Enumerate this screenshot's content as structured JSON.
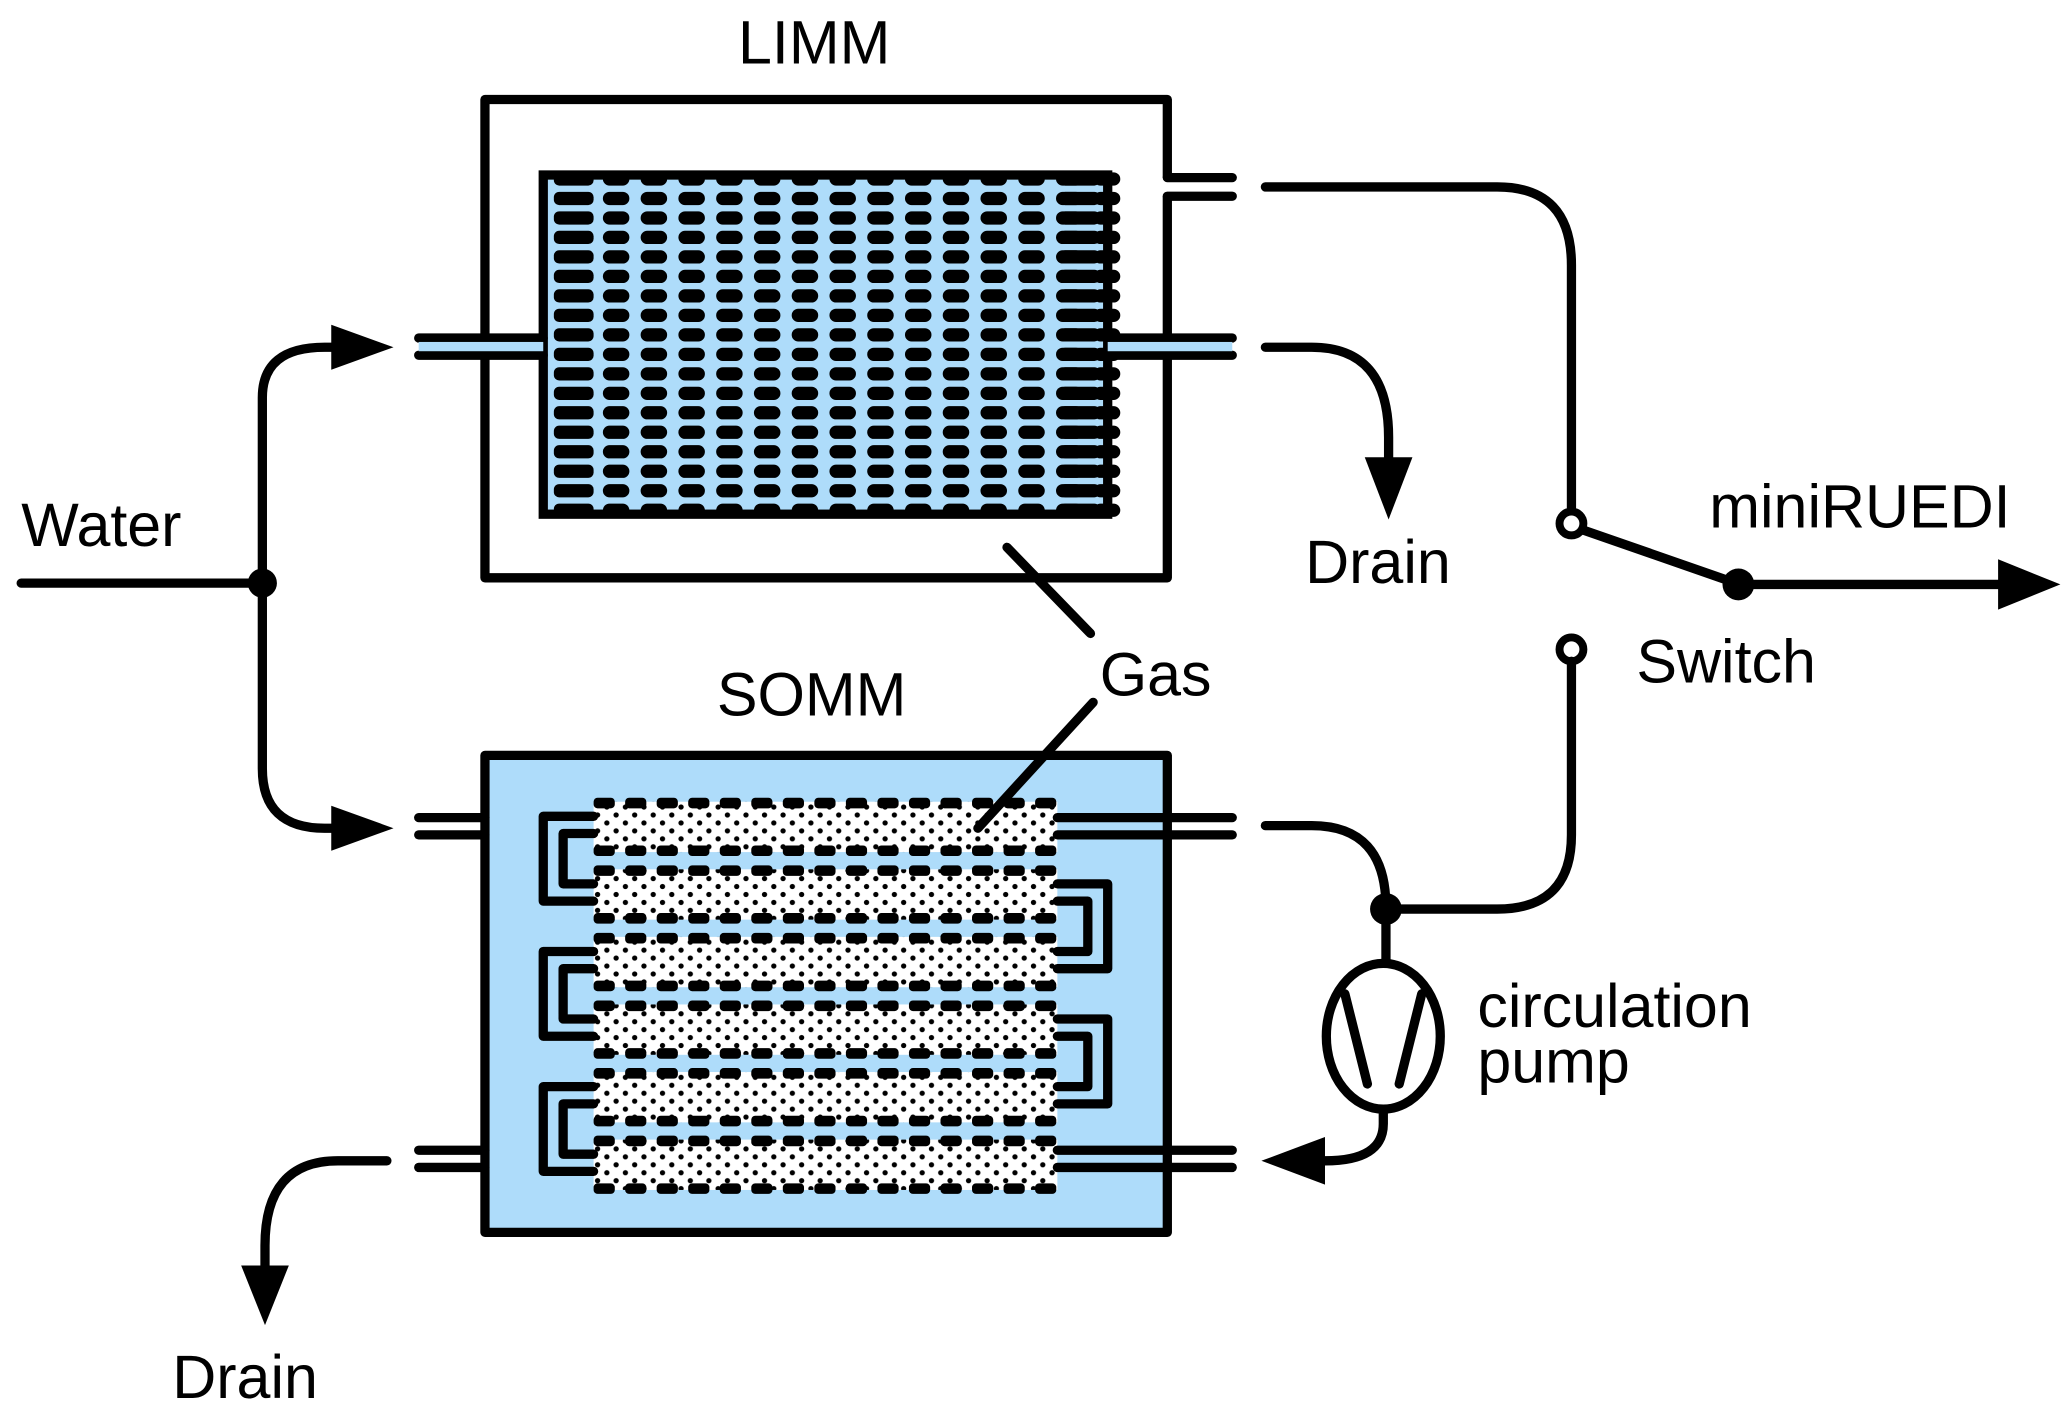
{
  "labels": {
    "limm": "LIMM",
    "somm": "SOMM",
    "water": "Water",
    "drain_top": "Drain",
    "drain_bottom": "Drain",
    "gas": "Gas",
    "switch": "Switch",
    "miniruedi": "miniRUEDI",
    "pump_line1": "circulation",
    "pump_line2": "pump"
  },
  "colors": {
    "water_blue": "#aedcfa",
    "line": "#000000",
    "background": "#ffffff"
  },
  "components": [
    {
      "id": "limm",
      "name": "LIMM",
      "kind": "membrane module"
    },
    {
      "id": "somm",
      "name": "SOMM",
      "kind": "membrane module"
    },
    {
      "id": "switch",
      "name": "Switch",
      "kind": "valve switch"
    },
    {
      "id": "pump",
      "name": "circulation pump",
      "kind": "pump"
    },
    {
      "id": "miniruedi",
      "name": "miniRUEDI",
      "kind": "gas analyzer"
    }
  ],
  "connections": [
    {
      "from": "Water",
      "to": "LIMM"
    },
    {
      "from": "Water",
      "to": "SOMM"
    },
    {
      "from": "LIMM",
      "to": "Drain"
    },
    {
      "from": "LIMM",
      "to": "Switch"
    },
    {
      "from": "SOMM",
      "to": "Drain"
    },
    {
      "from": "SOMM",
      "to": "circulation pump"
    },
    {
      "from": "circulation pump",
      "to": "SOMM"
    },
    {
      "from": "SOMM",
      "to": "Switch"
    },
    {
      "from": "Switch",
      "to": "miniRUEDI"
    }
  ]
}
